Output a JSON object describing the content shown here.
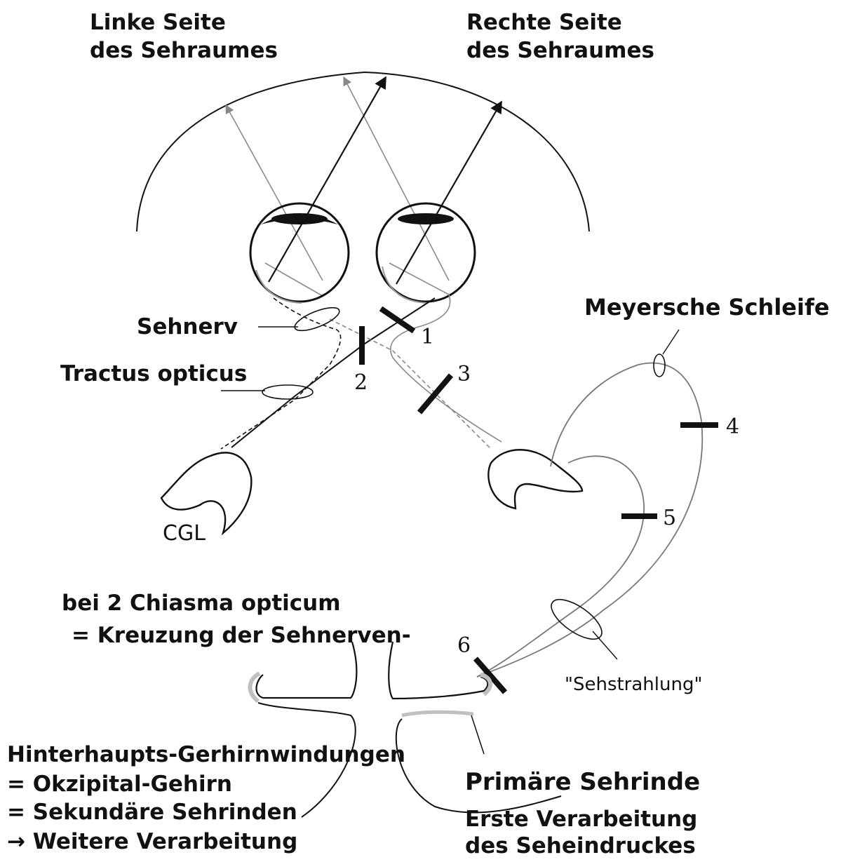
{
  "field": {
    "left_title": [
      "Linke Seite",
      "des Sehraumes"
    ],
    "right_title": [
      "Rechte Seite",
      "des Sehraumes"
    ]
  },
  "labels": {
    "sehnerv": "Sehnerv",
    "tractus": "Tractus opticus",
    "meyer": "Meyersche Schleife",
    "cgl": "CGL",
    "sehstrahlung": "\"Sehstrahlung\"",
    "chiasma": [
      "bei 2 Chiasma opticum",
      "= Kreuzung der Sehnerven-"
    ],
    "hinterhaupt": [
      "Hinterhaupts-Gerhirnwindungen",
      "= Okzipital-Gehirn",
      "= Sekundäre Sehrinden",
      "→ Weitere Verarbeitung"
    ],
    "primaer": "Primäre Sehrinde",
    "erste": [
      "Erste Verarbeitung",
      "des Seheindruckes"
    ]
  },
  "lesions": [
    "1",
    "2",
    "3",
    "4",
    "5",
    "6"
  ],
  "colors": {
    "ink": "#111111",
    "grey_ray": "#8a8a8a",
    "cortex_outline": "#b8b8b8"
  }
}
